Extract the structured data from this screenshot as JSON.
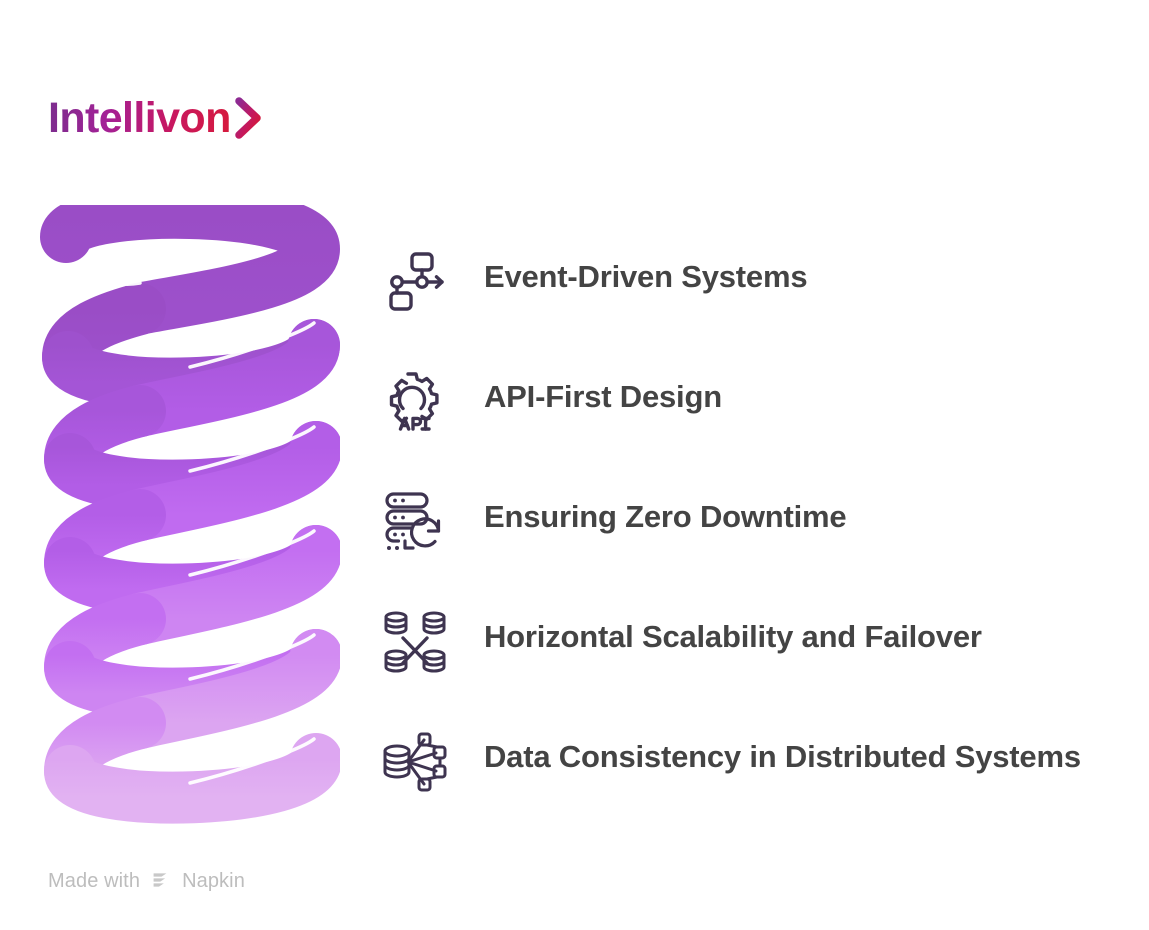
{
  "brand": {
    "wordmark": "Intellivon",
    "chevron_icon": "chevron-right-icon",
    "gradient_start": "#7B2D8E",
    "gradient_mid": "#C8175F",
    "gradient_end": "#D61A3C"
  },
  "graphic": {
    "name": "descending-spiral-coil",
    "colors": [
      "#9B4FC8",
      "#9B4FC8",
      "#A852D8",
      "#B758E8",
      "#C468F0",
      "#D68FF2",
      "#DBA2F0"
    ]
  },
  "items": [
    {
      "icon": "event-flow-icon",
      "label": "Event-Driven Systems"
    },
    {
      "icon": "api-gear-icon",
      "label": "API-First Design"
    },
    {
      "icon": "server-refresh-icon",
      "label": "Ensuring Zero Downtime"
    },
    {
      "icon": "database-cluster-icon",
      "label": "Horizontal Scalability and Failover"
    },
    {
      "icon": "distributed-database-icon",
      "label": "Data Consistency in Distributed Systems"
    }
  ],
  "footer": {
    "made_with": "Made with",
    "brand": "Napkin",
    "logo_icon": "napkin-logo-icon",
    "color": "#BDBDBD"
  },
  "theme": {
    "background": "#FFFFFF",
    "icon_color": "#3E3450",
    "text_color": "#444444"
  }
}
